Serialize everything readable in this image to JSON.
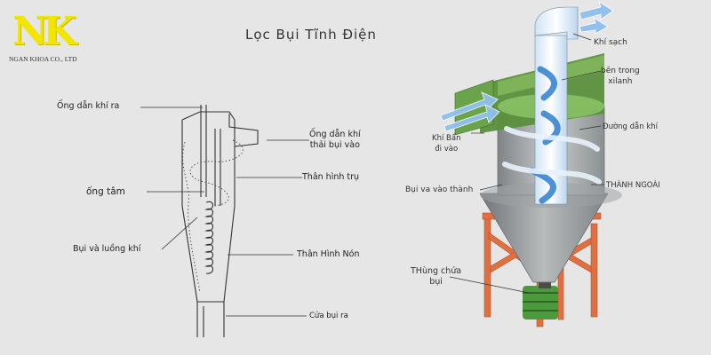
{
  "logo": {
    "mark": "NK",
    "company": "NGAN KHOA CO., LTD",
    "colors": {
      "mark": "#f2e600"
    }
  },
  "title": "Lọc Bụi Tĩnh Điện",
  "left_diagram": {
    "labels": {
      "outlet_pipe": "Ống dẫn khí ra",
      "inlet_pipe_line1": "Ống dẫn khí",
      "inlet_pipe_line2": "thải bụi vào",
      "cylinder_body": "Thân hình trụ",
      "center_pipe": "ống tâm",
      "dust_airflow": "Bụi và luồng khí",
      "cone_body": "Thân Hình Nón",
      "dust_outlet": "Cửa bụi ra"
    }
  },
  "right_diagram": {
    "labels": {
      "clean_air": "Khí sạch",
      "inside_cylinder_line1": "bên trong",
      "inside_cylinder_line2": "xilanh",
      "duct": "Đường dẫn khí",
      "dirty_air_line1": "Khí Bẩn",
      "dirty_air_line2": "đi vào",
      "outer_wall": "THÀNH NGOÀI",
      "dust_to_wall": "Bụi va vào thành",
      "dust_bin_line1": "THùng chứa",
      "dust_bin_line2": "bụi"
    },
    "colors": {
      "housing": "#9ea2a4",
      "hood": "#5b8f3c",
      "stand": "#e07040",
      "airflow": "#2f7fd0",
      "bin": "#4d9a3e"
    }
  }
}
